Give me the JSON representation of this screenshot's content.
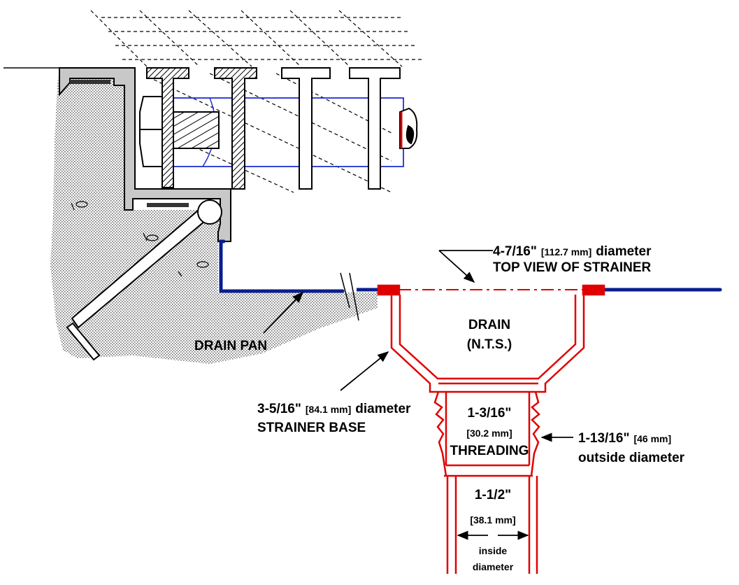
{
  "labels": {
    "top_view_dim": "4-7/16\"",
    "top_view_mm": "[112.7 mm]",
    "top_view_word": "diameter",
    "top_view_title": "TOP VIEW OF STRAINER",
    "drain_title": "DRAIN",
    "drain_nts": "(N.T.S.)",
    "drain_pan": "DRAIN PAN",
    "base_dim": "3-5/16\"",
    "base_mm": "[84.1 mm]",
    "base_word": "diameter",
    "base_title": "STRAINER BASE",
    "thread_dim": "1-3/16\"",
    "thread_mm": "[30.2 mm]",
    "thread_title": "THREADING",
    "outside_dim": "1-13/16\"",
    "outside_mm": "[46 mm]",
    "outside_title": "outside diameter",
    "inside_dim": "1-1/2\"",
    "inside_mm": "[38.1 mm]",
    "inside_title1": "inside",
    "inside_title2": "diameter"
  },
  "colors": {
    "drain": "#e00000",
    "pan": "#0a1f8c",
    "concrete": "#8a8a8a",
    "frame": "#c8c8c8",
    "outline": "#000000"
  }
}
